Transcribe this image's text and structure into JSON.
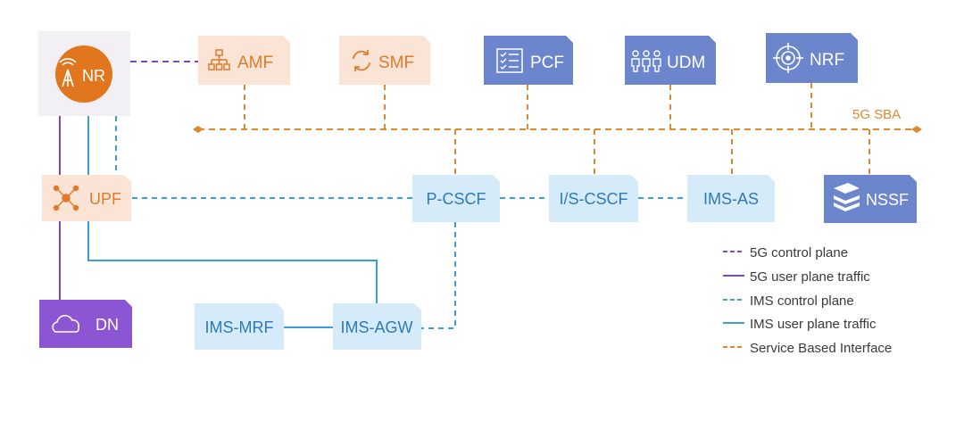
{
  "colors": {
    "orange_fill": "#fbe3d5",
    "orange_text": "#e07b2a",
    "orange_line": "#d9892e",
    "blue_fill": "#6b86cc",
    "lightblue_fill": "#d6ebfa",
    "lightblue_text": "#2c7ab8",
    "purple": "#8b55d4",
    "purple_line": "#7a4bb0",
    "ims_line": "#3a9fd8",
    "nr_circle": "#e1761f",
    "gray_box": "#f2f0f4"
  },
  "nodes": {
    "nr": {
      "label": "NR",
      "icon": "antenna-icon"
    },
    "amf": {
      "label": "AMF",
      "icon": "hierarchy-icon"
    },
    "smf": {
      "label": "SMF",
      "icon": "refresh-icon"
    },
    "pcf": {
      "label": "PCF",
      "icon": "checklist-icon"
    },
    "udm": {
      "label": "UDM",
      "icon": "users-icon"
    },
    "nrf": {
      "label": "NRF",
      "icon": "target-icon"
    },
    "upf": {
      "label": "UPF",
      "icon": "network-icon"
    },
    "pcscf": {
      "label": "P-CSCF"
    },
    "iscscf": {
      "label": "I/S-CSCF"
    },
    "imsas": {
      "label": "IMS-AS"
    },
    "nssf": {
      "label": "NSSF",
      "icon": "layers-icon"
    },
    "dn": {
      "label": "DN",
      "icon": "cloud-icon"
    },
    "imsmrf": {
      "label": "IMS-MRF"
    },
    "imsagw": {
      "label": "IMS-AGW"
    }
  },
  "sba_label": "5G SBA",
  "legend": [
    {
      "label": "5G control plane",
      "style": "dashed",
      "color": "#7a4bb0"
    },
    {
      "label": "5G user plane traffic",
      "style": "solid",
      "color": "#7a4bb0"
    },
    {
      "label": "IMS control plane",
      "style": "dashed",
      "color": "#3a9fd8"
    },
    {
      "label": "IMS user plane traffic",
      "style": "solid",
      "color": "#3a9fd8"
    },
    {
      "label": "Service Based Interface",
      "style": "dashed",
      "color": "#d9892e"
    }
  ]
}
